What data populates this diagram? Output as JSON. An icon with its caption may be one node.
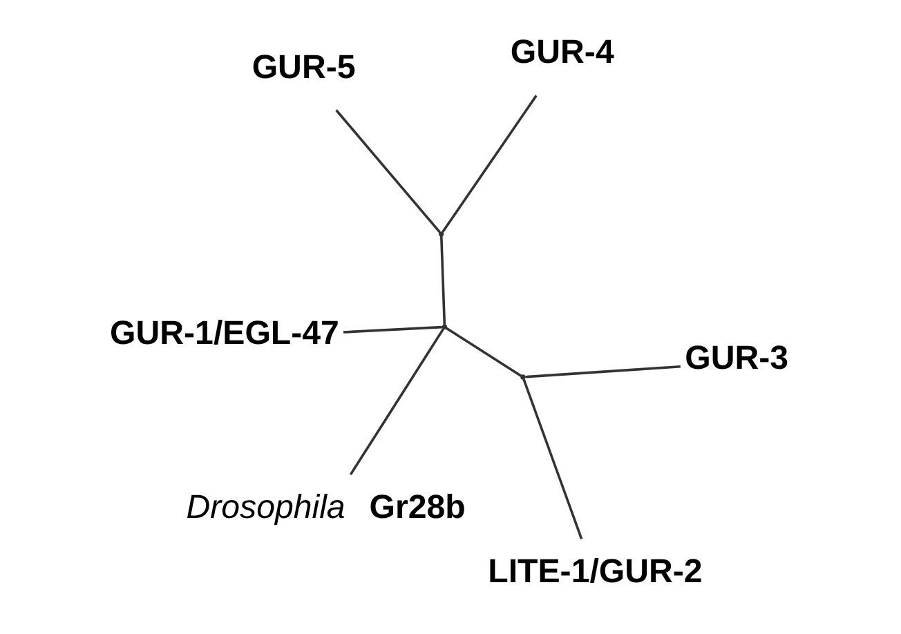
{
  "diagram": {
    "nodes": [
      {
        "text": [
          "GUR-5"
        ]
      },
      {
        "text": [
          "GUR-4"
        ]
      },
      {
        "text": [
          "*Drosophila* Gr28b"
        ]
      },
      {
        "text": [],
        "shape": "point"
      },
      {
        "text": [],
        "shape": "point"
      },
      {
        "text": [],
        "shape": "point"
      },
      {
        "text": [
          "GUR-1/EGL-47"
        ]
      },
      {
        "text": [
          "GUR-3"
        ]
      },
      {
        "text": [
          "LITE-1/GUR-2"
        ]
      }
    ],
    "edges": [
      {
        "from": 3,
        "to": 0,
        "arrow": "none"
      },
      {
        "from": 3,
        "to": 1,
        "arrow": "none"
      },
      {
        "from": 4,
        "to": 3,
        "arrow": "none"
      },
      {
        "from": 4,
        "to": 2,
        "arrow": "none"
      },
      {
        "from": 4,
        "to": 6,
        "arrow": "none"
      },
      {
        "from": 4,
        "to": 5,
        "arrow": "none"
      },
      {
        "from": 5,
        "to": 8,
        "arrow": "none"
      },
      {
        "from": 5,
        "to": 7,
        "arrow": "none"
      }
    ]
  }
}
